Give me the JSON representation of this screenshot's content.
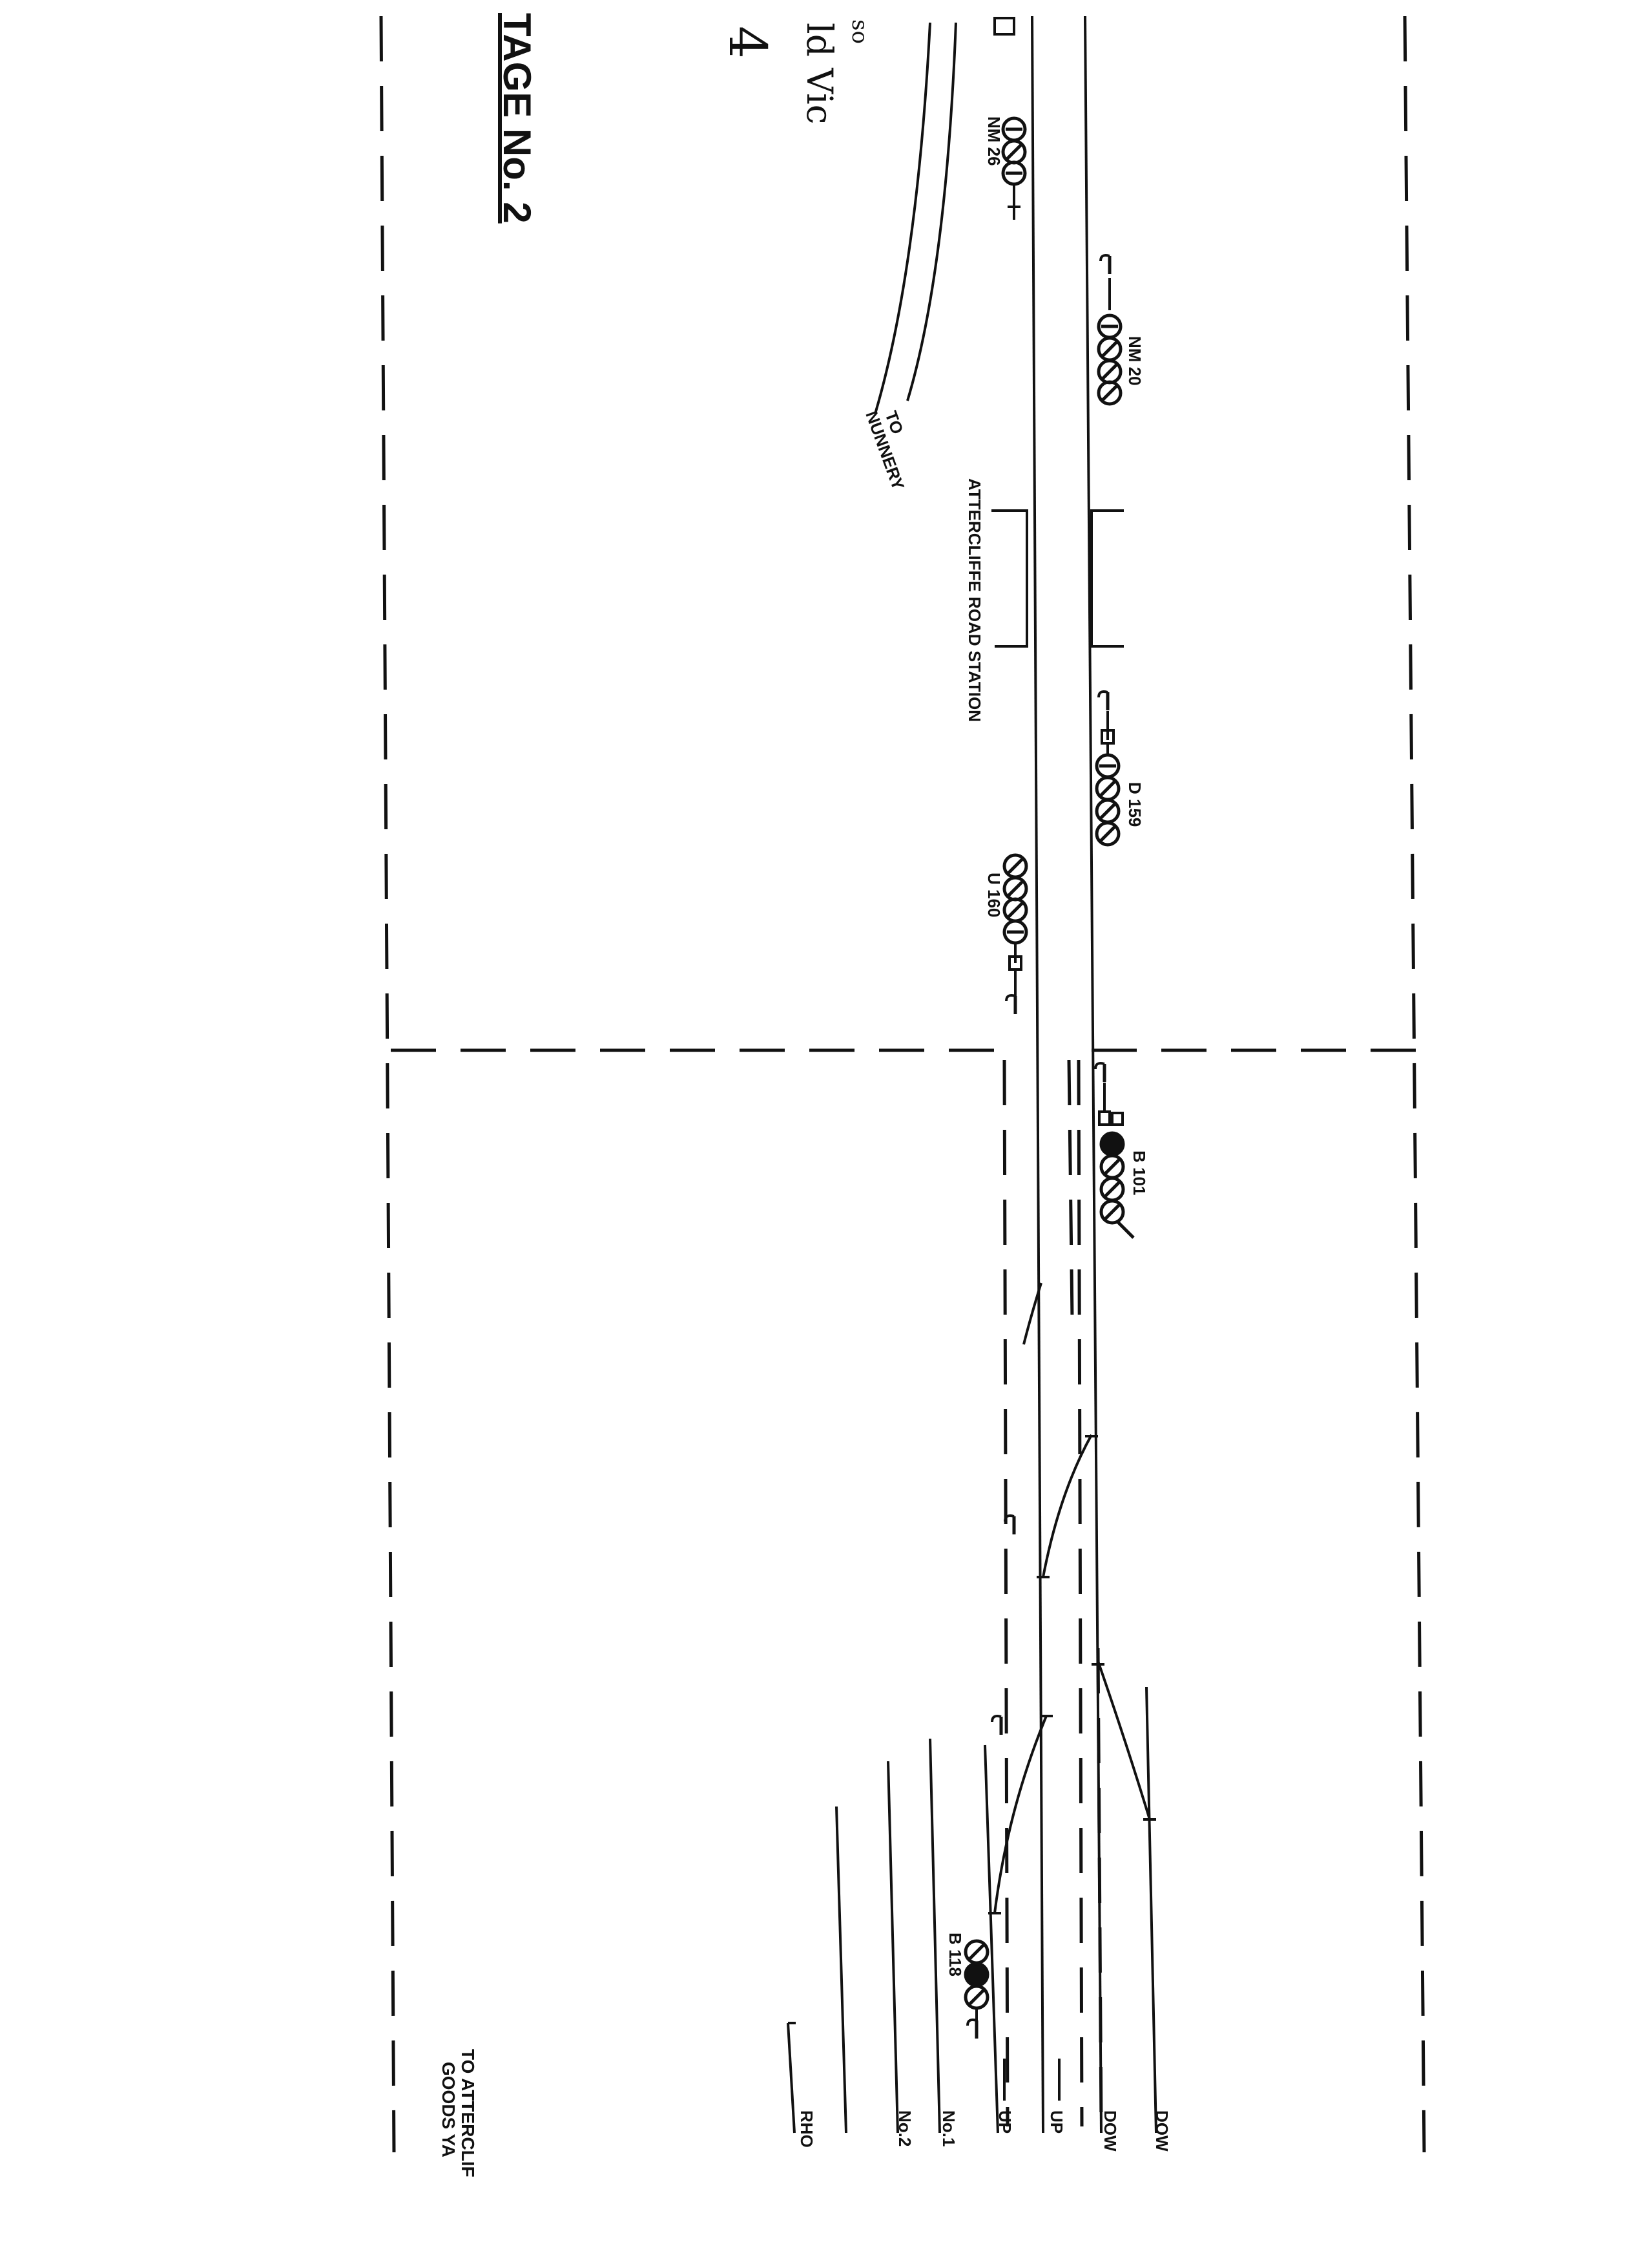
{
  "sheet": {
    "title": "TAGE No. 2",
    "handwritten": [
      "so",
      "ld Vic",
      "4"
    ]
  },
  "labels": {
    "to_nunnery": [
      "TO",
      "NUNNERY"
    ],
    "station": "ATTERCLIFFE ROAD STATION",
    "to_goods_yard": [
      "TO ATTERCLIF",
      "GOODS YA"
    ]
  },
  "signals": [
    "NM 26",
    "NM 20",
    "D 159",
    "U 160",
    "B 101",
    "B 118"
  ],
  "track_ends": [
    "DOW",
    "DOW",
    "UP",
    "UP",
    "No.1",
    "No.2",
    "RHO"
  ],
  "colors": {
    "ink": "#111111",
    "paper": "#ffffff"
  }
}
